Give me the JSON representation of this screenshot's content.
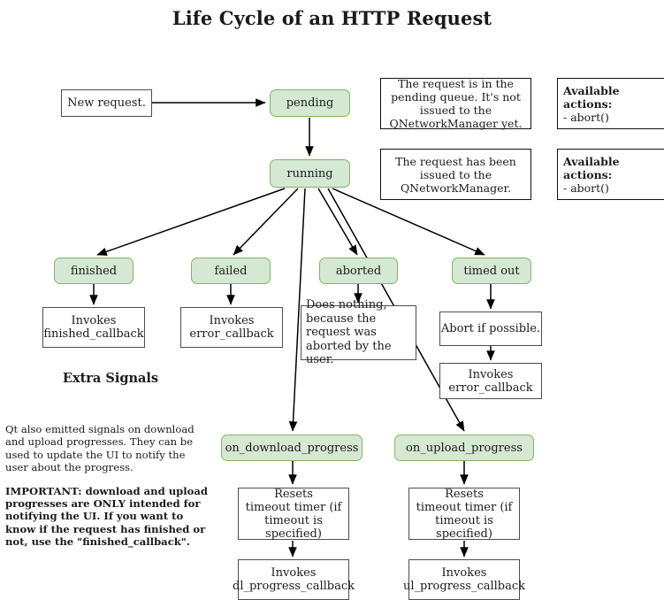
{
  "title": "Life Cycle of an HTTP Request",
  "nodes": {
    "new_request": "New request.",
    "pending": "pending",
    "running": "running",
    "finished": "finished",
    "failed": "failed",
    "aborted": "aborted",
    "timed_out": "timed out",
    "on_download_progress": "on_download_progress",
    "on_upload_progress": "on_upload_progress"
  },
  "actions": {
    "finished_cb_l1": "Invokes",
    "finished_cb_l2": "finished_callback",
    "failed_cb_l1": "Invokes",
    "failed_cb_l2": "error_callback",
    "aborted_note": "Does nothing, because the request was aborted by the user.",
    "timeout_abort": "Abort if possible.",
    "timeout_cb_l1": "Invokes",
    "timeout_cb_l2": "error_callback",
    "dl_reset_l1": "Resets",
    "dl_reset_l2": "timeout timer (if",
    "dl_reset_l3": "timeout is specified)",
    "dl_cb_l1": "Invokes",
    "dl_cb_l2": "dl_progress_callback",
    "ul_reset_l1": "Resets",
    "ul_reset_l2": "timeout timer (if",
    "ul_reset_l3": "timeout is specified)",
    "ul_cb_l1": "Invokes",
    "ul_cb_l2": "ul_progress_callback"
  },
  "descriptions": {
    "pending_desc": "The request is in the pending queue. It's not issued to the QNetworkManager yet.",
    "running_desc": "The request has been issued to the QNetworkManager.",
    "pending_actions_title": "Available actions:",
    "pending_actions_item": "- abort()",
    "running_actions_title": "Available actions:",
    "running_actions_item": "- abort()"
  },
  "extra": {
    "heading": "Extra Signals",
    "paragraph": "Qt also emitted signals on download and upload progresses. They can be used to update the UI to notify the user about the progress.",
    "important": "IMPORTANT: download and upload progresses are ONLY intended for notifying the UI. If you want to know if the request has finished or not, use the \"finished_callback\"."
  },
  "colors": {
    "state_fill": "#d5e8d4",
    "state_stroke": "#82b366",
    "box_stroke": "#4d4d4d",
    "desc_stroke": "#111111",
    "edge": "#000000",
    "text": "#1a1a1a"
  }
}
